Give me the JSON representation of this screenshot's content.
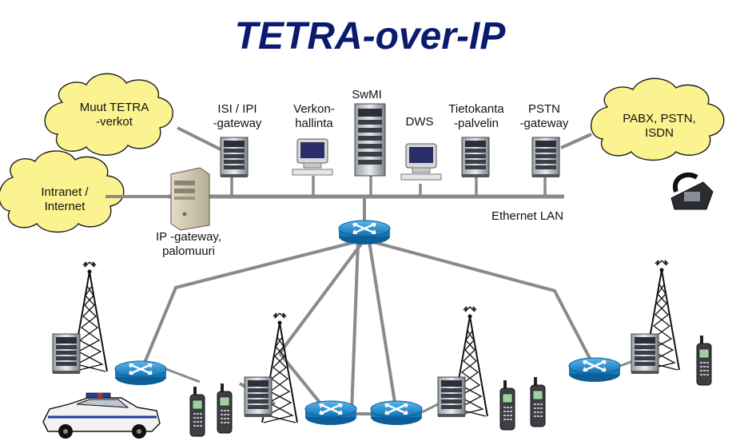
{
  "title": "TETRA-over-IP",
  "colors": {
    "title": "#0a1a6e",
    "cloud_fill": "#fbf38f",
    "router_fill": "#1e8fd6",
    "link": "#8a8a8a",
    "server": "#6b6f78"
  },
  "clouds": {
    "muut": "Muut TETRA\n-verkot",
    "intranet": "Intranet /\nInternet",
    "pabx": "PABX, PSTN,\nISDN"
  },
  "nodes": {
    "isi": "ISI / IPI\n-gateway",
    "verkon": "Verkon-\nhallinta",
    "swmi": "SwMI",
    "dws": "DWS",
    "tieto": "Tietokanta\n-palvelin",
    "pstn": "PSTN\n-gateway",
    "ipgw": "IP -gateway,\npalomuuri",
    "lan": "Ethernet LAN"
  },
  "icons": [
    "cloud-icon",
    "server-icon",
    "workstation-icon",
    "router-icon",
    "radio-mast-icon",
    "handset-icon",
    "desk-phone-icon",
    "police-car-icon"
  ]
}
